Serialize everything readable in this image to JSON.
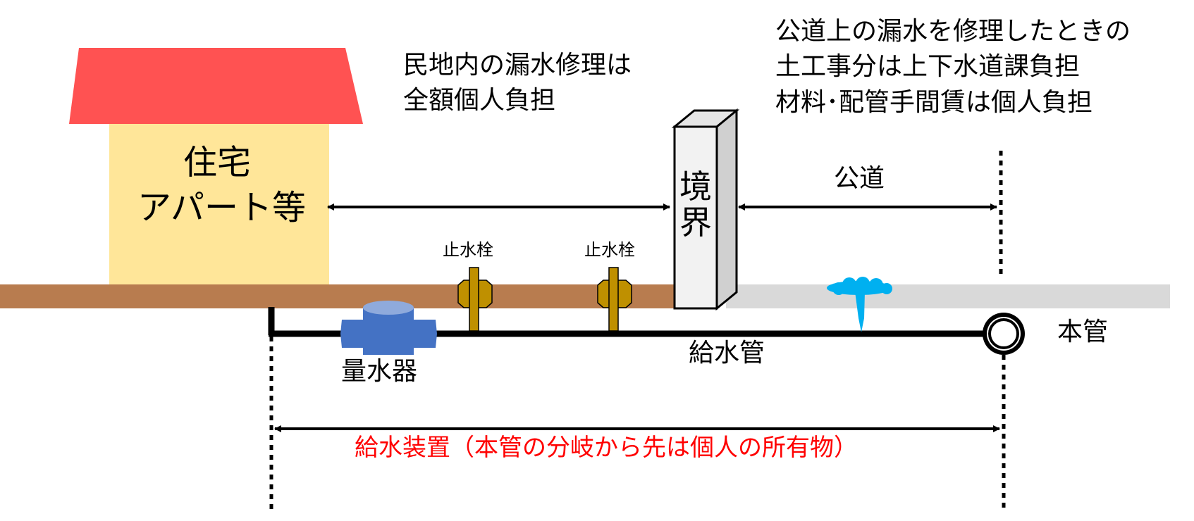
{
  "house": {
    "line1": "住宅",
    "line2": "アパート等"
  },
  "private_note": "民地内の漏水修理は\n全額個人負担",
  "public_note": "公道上の漏水を修理したときの\n土工事分は上下水道課負担\n材料･配管手間賃は個人負担",
  "boundary_label": "境\n界",
  "road_label": "公道",
  "stop_valve_1": "止水栓",
  "stop_valve_2": "止水栓",
  "meter_label": "量水器",
  "pipe_label": "給水管",
  "main_pipe_label": "本管",
  "device_label": "給水装置（本管の分岐から先は個人の所有物）",
  "colors": {
    "roof": "#ff5252",
    "house_wall": "#ffe699",
    "ground": "#b87c4f",
    "road": "#d9d9d9",
    "meter": "#4472c4",
    "valve": "#bf9000",
    "leak": "#00b0f0",
    "device_text": "#ff0000"
  }
}
